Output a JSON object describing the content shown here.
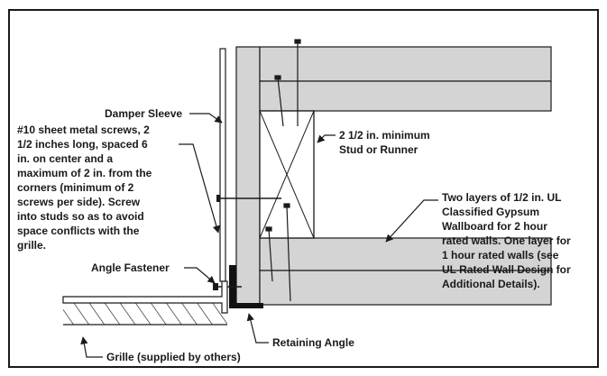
{
  "labels": {
    "damper_sleeve": "Damper Sleeve",
    "screws": "#10 sheet metal screws, 2\n1/2 inches long, spaced 6\nin. on center and a\nmaximum of 2 in. from the\ncorners (minimum of 2\nscrews per side). Screw\ninto studs so as to avoid\nspace conflicts with the\ngrille.",
    "stud": "2 1/2 in. minimum\nStud or Runner",
    "wallboard": "Two layers of 1/2 in. UL\nClassified Gypsum\nWallboard for 2 hour\nrated walls. One layer for\n1 hour rated walls (see\nUL Rated Wall Design for\nAdditional Details).",
    "angle_fastener": "Angle Fastener",
    "retaining_angle": "Retaining Angle",
    "grille": "Grille (supplied by others)"
  },
  "colors": {
    "gypsum": "#d4d4d4",
    "stroke": "#1a1a1a",
    "angle": "#111111"
  }
}
